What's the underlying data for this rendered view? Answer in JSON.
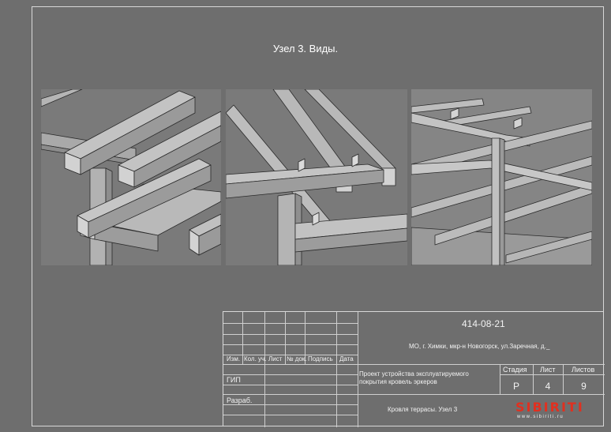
{
  "title": "Узел 3. Виды.",
  "stamp": {
    "project_code": "414-08-21",
    "address": "МО, г. Химки, мкр-н Новогорск, ул.Заречная, д._",
    "column_headers": [
      "Изм.",
      "Кол. уч.",
      "Лист",
      "№ док.",
      "Подпись",
      "Дата"
    ],
    "roles": [
      "ГИП",
      "Разраб."
    ],
    "project_name": "Проект устройства эксплуатируемого покрытия кровель эркеров",
    "sheet_name": "Кровля террасы. Узел 3",
    "stage_label": "Стадия",
    "sheet_label": "Лист",
    "sheets_label": "Листов",
    "stage_value": "Р",
    "sheet_value": "4",
    "sheets_value": "9"
  },
  "logo": {
    "name": "SIBIRITI",
    "site": "www.sibiriti.ru"
  },
  "colors": {
    "background": "#6e6e6e",
    "lines": "#d8d8d8",
    "logo": "#e03020",
    "steel": "#bdbdbd"
  }
}
